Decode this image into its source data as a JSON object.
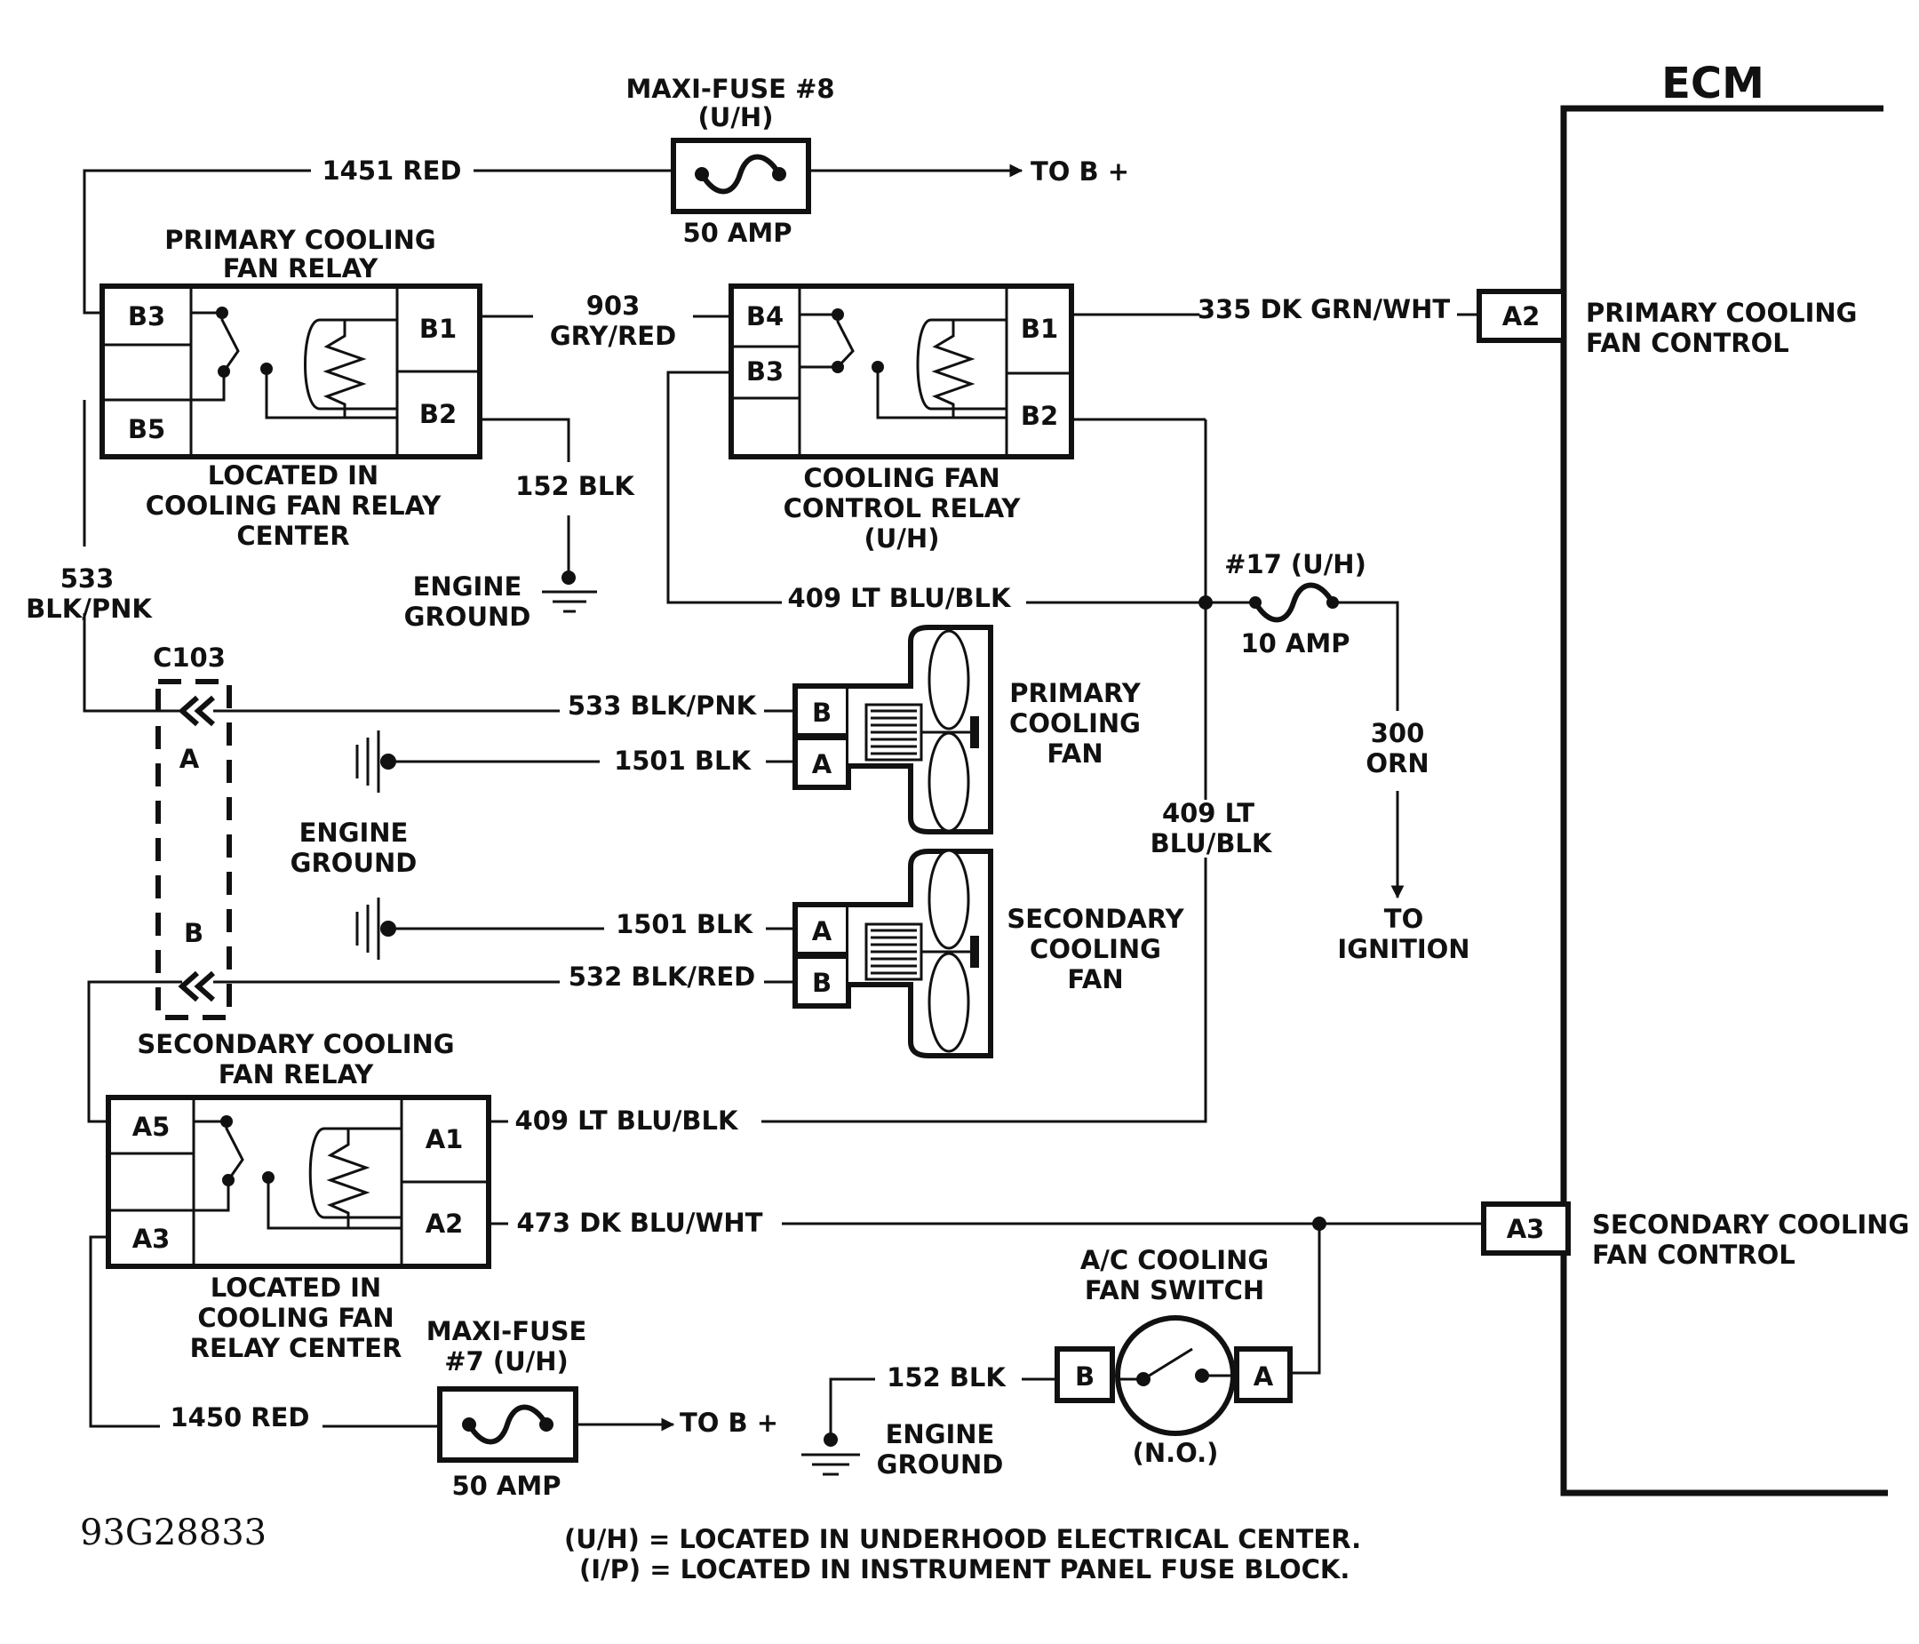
{
  "ecm": {
    "title": "ECM",
    "pin_a2": "A2",
    "pin_a3": "A3",
    "primary_control": [
      "PRIMARY COOLING",
      "FAN CONTROL"
    ],
    "secondary_control": [
      "SECONDARY COOLING",
      "FAN CONTROL"
    ]
  },
  "maxi_fuse_8": {
    "title": "MAXI-FUSE #8",
    "loc": "(U/H)",
    "rating": "50 AMP",
    "to": "TO B +"
  },
  "maxi_fuse_7": {
    "title": [
      "MAXI-FUSE",
      "#7 (U/H)"
    ],
    "rating": "50 AMP",
    "to": "TO B +"
  },
  "fuse_17": {
    "title": "#17 (U/H)",
    "rating": "10 AMP"
  },
  "primary_relay": {
    "title": [
      "PRIMARY COOLING",
      "FAN RELAY"
    ],
    "pins": [
      "B3",
      "B5",
      "B1",
      "B2"
    ],
    "location": [
      "LOCATED IN",
      "COOLING FAN RELAY",
      "CENTER"
    ]
  },
  "control_relay": {
    "title": [
      "COOLING FAN",
      "CONTROL RELAY",
      "(U/H)"
    ],
    "pins": [
      "B4",
      "B3",
      "B1",
      "B2"
    ]
  },
  "secondary_relay": {
    "title": [
      "SECONDARY COOLING",
      "FAN RELAY"
    ],
    "pins": [
      "A5",
      "A3",
      "A1",
      "A2"
    ],
    "location": [
      "LOCATED IN",
      "COOLING FAN",
      "RELAY CENTER"
    ]
  },
  "primary_fan": {
    "title": [
      "PRIMARY",
      "COOLING",
      "FAN"
    ],
    "pins": [
      "B",
      "A"
    ]
  },
  "secondary_fan": {
    "title": [
      "SECONDARY",
      "COOLING",
      "FAN"
    ],
    "pins": [
      "A",
      "B"
    ]
  },
  "connector": {
    "title": "C103",
    "a": "A",
    "b": "B"
  },
  "ac_switch": {
    "title": [
      "A/C COOLING",
      "FAN SWITCH"
    ],
    "pins": [
      "B",
      "A"
    ],
    "state": "(N.O.)"
  },
  "wires": {
    "w1451": "1451 RED",
    "w903": [
      "903",
      "GRY/RED"
    ],
    "w335": "335 DK GRN/WHT",
    "w152_top": "152 BLK",
    "w533": [
      "533",
      "BLK/PNK"
    ],
    "w409_mid": "409 LT BLU/BLK",
    "w409_vert": [
      "409 LT",
      "BLU/BLK"
    ],
    "w300": [
      "300",
      "ORN"
    ],
    "w533_fan": "533 BLK/PNK",
    "w1501_a": "1501 BLK",
    "w1501_b": "1501 BLK",
    "w532": "532 BLK/RED",
    "w409_low": "409 LT BLU/BLK",
    "w473": "473 DK BLU/WHT",
    "w1450": "1450 RED",
    "w152_low": "152 BLK"
  },
  "grounds": {
    "engine_ground": [
      "ENGINE",
      "GROUND"
    ]
  },
  "to_ignition": [
    "TO",
    "IGNITION"
  ],
  "figure_id": "93G28833",
  "legend": [
    "(U/H)  =  LOCATED IN UNDERHOOD ELECTRICAL CENTER.",
    "(I/P)  =  LOCATED IN INSTRUMENT PANEL FUSE BLOCK."
  ]
}
